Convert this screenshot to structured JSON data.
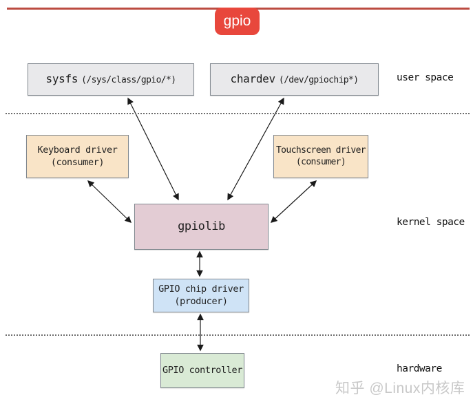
{
  "header": {
    "badge_label": "gpio",
    "badge_color": "#e8473c",
    "rule_color": "#bc4b41"
  },
  "nodes": {
    "sysfs": {
      "label": "sysfs",
      "path": "(/sys/class/gpio/*)",
      "bg": "#e9e9eb"
    },
    "chardev": {
      "label": "chardev",
      "path": "(/dev/gpiochip*)",
      "bg": "#e9e9eb"
    },
    "keyboard": {
      "line1": "Keyboard driver",
      "line2": "(consumer)",
      "bg": "#f9e4c7"
    },
    "touchscreen": {
      "line1": "Touchscreen driver",
      "line2": "(consumer)",
      "bg": "#f9e4c7"
    },
    "gpiolib": {
      "label": "gpiolib",
      "bg": "#e3ccd4"
    },
    "chip_driver": {
      "line1": "GPIO chip driver",
      "line2": "(producer)",
      "bg": "#cfe3f6"
    },
    "controller": {
      "label": "GPIO controller",
      "bg": "#d9ead5"
    }
  },
  "layers": {
    "user_space": "user space",
    "kernel_space": "kernel space",
    "hardware": "hardware"
  },
  "edges": [
    {
      "from": "sysfs",
      "to": "gpiolib",
      "bidirectional": true
    },
    {
      "from": "chardev",
      "to": "gpiolib",
      "bidirectional": true
    },
    {
      "from": "keyboard",
      "to": "gpiolib",
      "bidirectional": true
    },
    {
      "from": "touchscreen",
      "to": "gpiolib",
      "bidirectional": true
    },
    {
      "from": "gpiolib",
      "to": "chip_driver",
      "bidirectional": true
    },
    {
      "from": "chip_driver",
      "to": "controller",
      "bidirectional": true
    }
  ],
  "colors": {
    "arrow": "#1a1a1a",
    "divider": "#6d6d6d",
    "node_border": "#81888f",
    "watermark": "#c8c8c8"
  },
  "watermark": {
    "text": "知乎 @Linux内核库"
  }
}
